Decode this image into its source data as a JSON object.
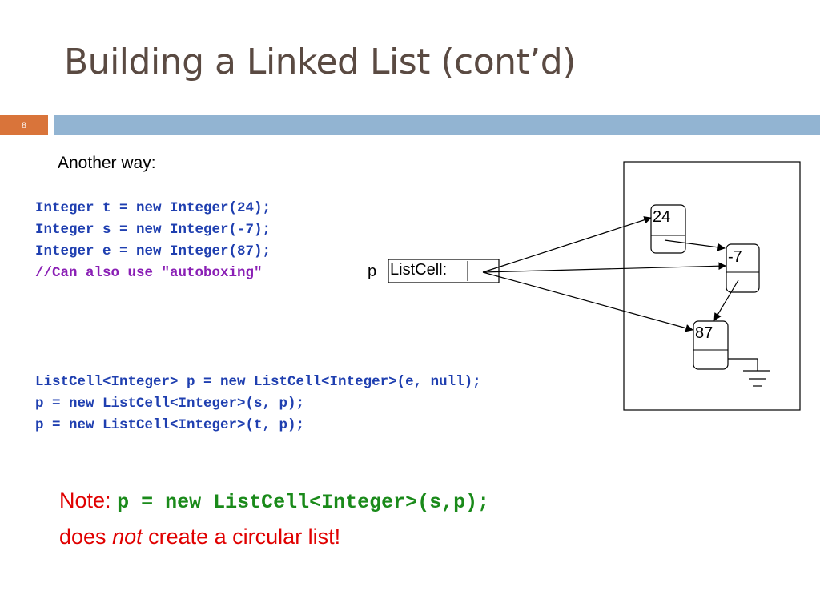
{
  "slide": {
    "title": "Building a Linked List (cont’d)",
    "number": "8",
    "subtitle": "Another way:"
  },
  "code_block_1": {
    "lines": [
      "Integer t = new Integer(24);",
      "Integer s = new Integer(-7);",
      "Integer e = new Integer(87);"
    ],
    "comment": "//Can also use \"autoboxing\""
  },
  "code_block_2": {
    "lines": [
      "ListCell<Integer> p = new ListCell<Integer>(e, null);",
      "p = new ListCell<Integer>(s, p);",
      "p = new ListCell<Integer>(t, p);"
    ]
  },
  "diagram": {
    "pointer_var": "p",
    "pointer_type": "ListCell:",
    "nodes": [
      "24",
      "-7",
      "87"
    ]
  },
  "note": {
    "label": "Note:",
    "code": "p = new ListCell<Integer>(s,p);",
    "line2_prefix": "does ",
    "line2_emphasis": "not",
    "line2_suffix": " create a circular list!"
  },
  "colors": {
    "title": "#5a4a42",
    "accent_orange": "#d9743a",
    "accent_blue": "#92b4d2",
    "code_blue": "#1f3fb0",
    "code_comment": "#8a1fb5",
    "note_red": "#e00000",
    "note_code_green": "#1a8a1a"
  }
}
